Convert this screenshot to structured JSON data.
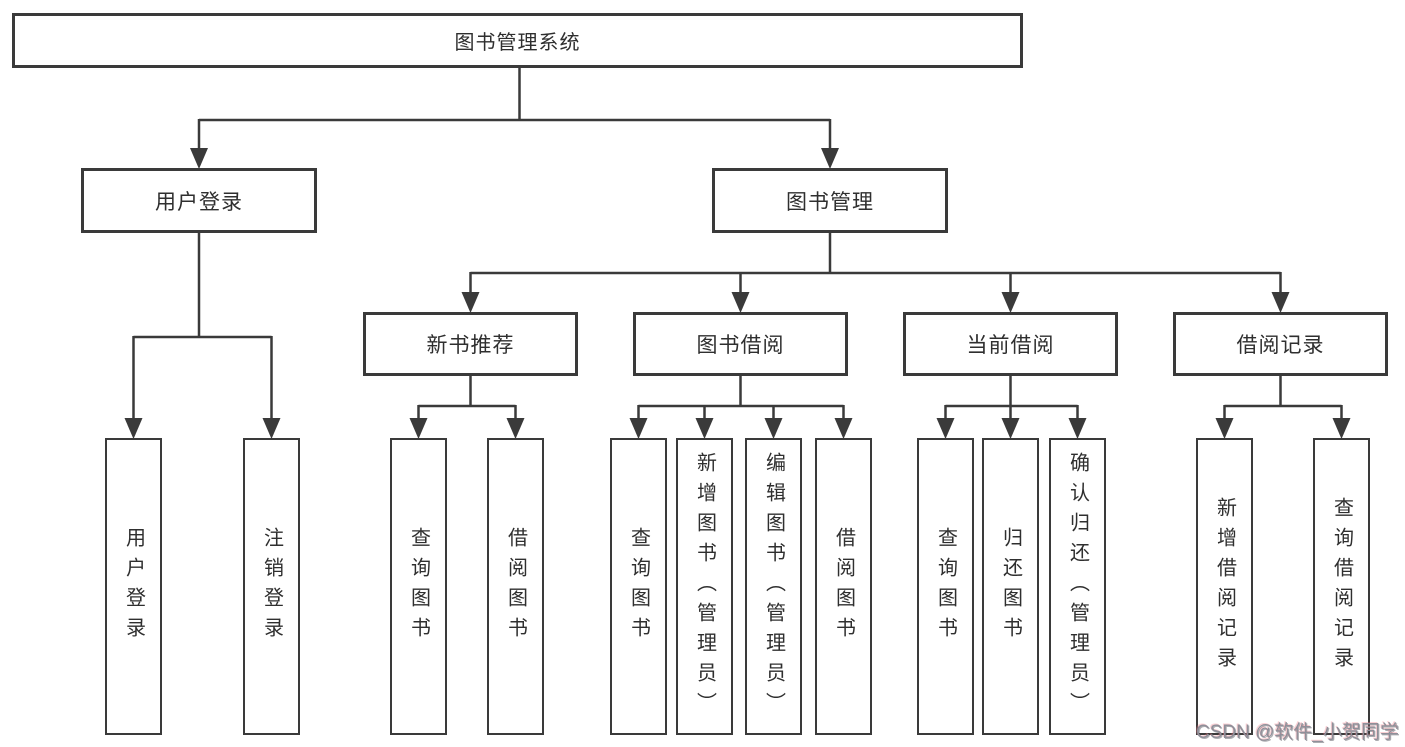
{
  "tree": {
    "root": "图书管理系统",
    "branches": [
      {
        "label": "用户登录",
        "children": [
          "用户登录",
          "注销登录"
        ]
      },
      {
        "label": "图书管理",
        "sections": [
          {
            "label": "新书推荐",
            "children": [
              "查询图书",
              "借阅图书"
            ]
          },
          {
            "label": "图书借阅",
            "children": [
              "查询图书",
              "新增图书（管理员）",
              "编辑图书（管理员）",
              "借阅图书"
            ]
          },
          {
            "label": "当前借阅",
            "children": [
              "查询图书",
              "归还图书",
              "确认归还（管理员）"
            ]
          },
          {
            "label": "借阅记录",
            "children": [
              "新增借阅记录",
              "查询借阅记录"
            ]
          }
        ]
      }
    ]
  },
  "watermark": "CSDN @软件_小贺同学",
  "colors": {
    "line": "#3a3a3a",
    "background": "#ffffff",
    "watermark": "#8f8f99"
  }
}
